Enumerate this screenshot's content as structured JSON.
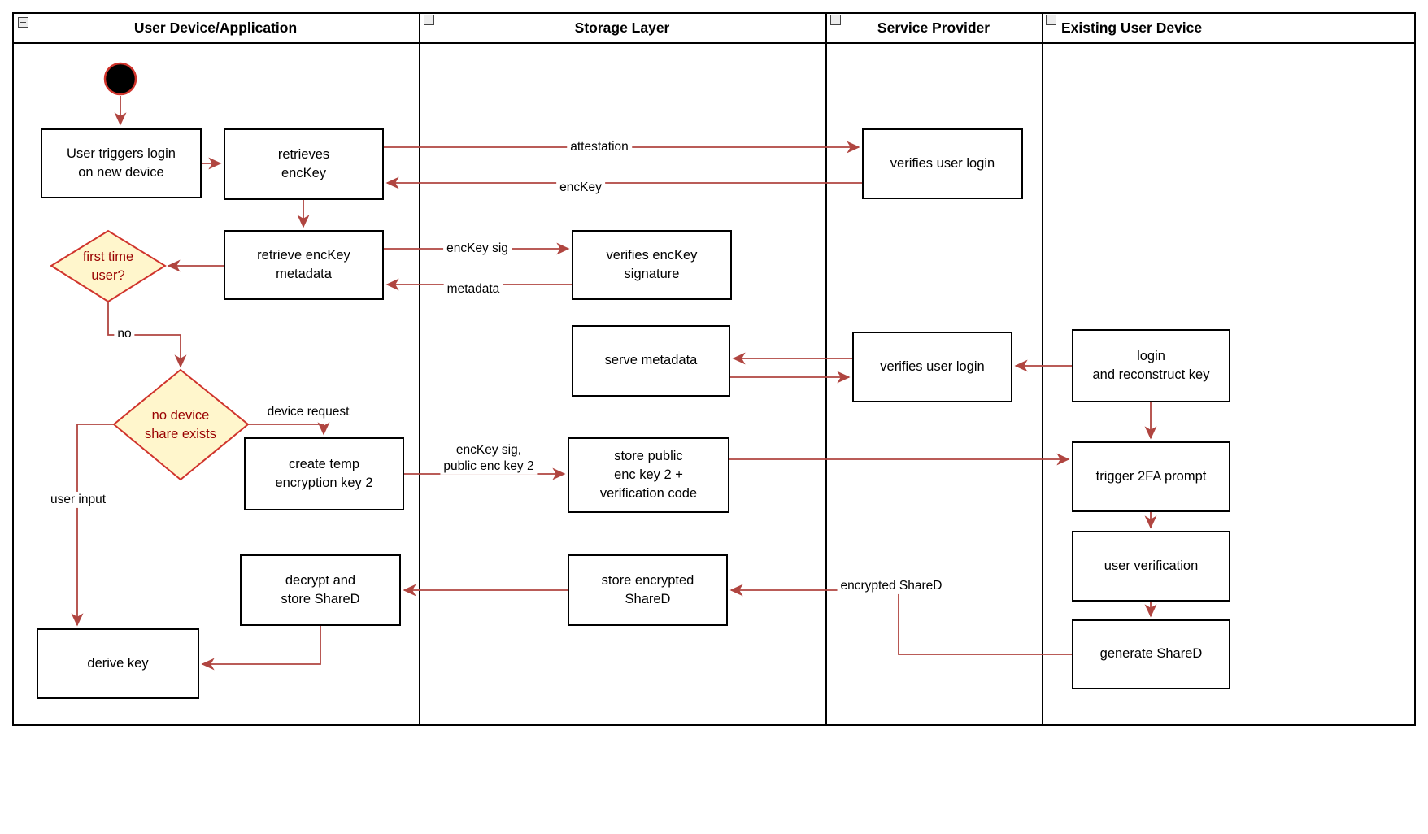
{
  "colors": {
    "arrow": "#b04540",
    "node_border": "#000000",
    "node_fill": "#ffffff",
    "diamond_fill": "#fff6cc",
    "diamond_border": "#d0342c",
    "diamond_text": "#990000",
    "start_fill": "#000000",
    "start_stroke": "#d0342c"
  },
  "lanes": [
    {
      "label": "User Device/Application"
    },
    {
      "label": "Storage Layer"
    },
    {
      "label": "Service Provider"
    },
    {
      "label": "Existing User Device"
    }
  ],
  "nodes": {
    "user_triggers_login": {
      "label": "User triggers login\non new device"
    },
    "retrieves_enckey": {
      "label": "retrieves\nencKey"
    },
    "verifies_user_login_top": {
      "label": "verifies user login"
    },
    "retrieve_enckey_metadata": {
      "label": "retrieve encKey\nmetadata"
    },
    "verifies_enckey_signature": {
      "label": "verifies encKey\nsignature"
    },
    "first_time_user": {
      "label": "first time\nuser?"
    },
    "serve_metadata": {
      "label": "serve metadata"
    },
    "verifies_user_login_mid": {
      "label": "verifies user login"
    },
    "login_and_reconstruct_key": {
      "label": "login\nand reconstruct key"
    },
    "no_device_share_exists": {
      "label": "no device\nshare exists"
    },
    "create_temp_encryption_key_2": {
      "label": "create temp\nencryption key 2"
    },
    "store_public_enc_key_2": {
      "label": "store public\nenc key 2 +\nverification code"
    },
    "trigger_2fa_prompt": {
      "label": "trigger 2FA prompt"
    },
    "user_verification": {
      "label": "user verification"
    },
    "decrypt_and_store_shared": {
      "label": "decrypt and\nstore ShareD"
    },
    "store_encrypted_shared": {
      "label": "store encrypted\nShareD"
    },
    "generate_shared": {
      "label": "generate ShareD"
    },
    "derive_key": {
      "label": "derive key"
    }
  },
  "edge_labels": {
    "attestation": "attestation",
    "enckey": "encKey",
    "enckey_sig": "encKey sig",
    "metadata": "metadata",
    "no": "no",
    "device_request": "device request",
    "enckey_sig_public_enc_key_2": "encKey sig,\npublic enc key 2",
    "user_input": "user input",
    "encrypted_shared": "encrypted ShareD"
  }
}
